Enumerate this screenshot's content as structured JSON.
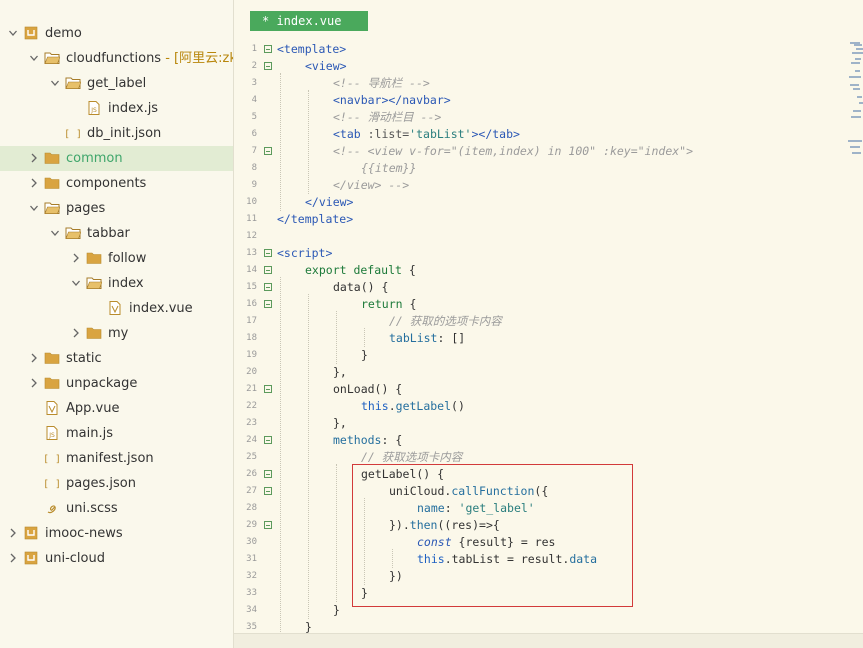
{
  "sidebar": {
    "items": [
      {
        "label": "demo",
        "extra": "",
        "indent": 0,
        "chevron": "down",
        "icon": "project-icon",
        "selected": false
      },
      {
        "label": "cloudfunctions",
        "extra": " - [阿里云:zk-d",
        "indent": 1,
        "chevron": "down",
        "icon": "folder-open-icon",
        "selected": false
      },
      {
        "label": "get_label",
        "extra": "",
        "indent": 2,
        "chevron": "down",
        "icon": "folder-open-icon",
        "selected": false
      },
      {
        "label": "index.js",
        "extra": "",
        "indent": 3,
        "chevron": "none",
        "icon": "js-file-icon",
        "selected": false
      },
      {
        "label": "db_init.json",
        "extra": "",
        "indent": 2,
        "chevron": "none",
        "icon": "json-file-icon",
        "selected": false
      },
      {
        "label": "common",
        "extra": "",
        "indent": 1,
        "chevron": "right",
        "icon": "folder-icon",
        "selected": true
      },
      {
        "label": "components",
        "extra": "",
        "indent": 1,
        "chevron": "right",
        "icon": "folder-icon",
        "selected": false
      },
      {
        "label": "pages",
        "extra": "",
        "indent": 1,
        "chevron": "down",
        "icon": "folder-open-icon",
        "selected": false
      },
      {
        "label": "tabbar",
        "extra": "",
        "indent": 2,
        "chevron": "down",
        "icon": "folder-open-icon",
        "selected": false
      },
      {
        "label": "follow",
        "extra": "",
        "indent": 3,
        "chevron": "right",
        "icon": "folder-icon",
        "selected": false
      },
      {
        "label": "index",
        "extra": "",
        "indent": 3,
        "chevron": "down",
        "icon": "folder-open-icon",
        "selected": false
      },
      {
        "label": "index.vue",
        "extra": "",
        "indent": 4,
        "chevron": "none",
        "icon": "vue-file-icon",
        "selected": false
      },
      {
        "label": "my",
        "extra": "",
        "indent": 3,
        "chevron": "right",
        "icon": "folder-icon",
        "selected": false
      },
      {
        "label": "static",
        "extra": "",
        "indent": 1,
        "chevron": "right",
        "icon": "folder-icon",
        "selected": false
      },
      {
        "label": "unpackage",
        "extra": "",
        "indent": 1,
        "chevron": "right",
        "icon": "folder-icon",
        "selected": false
      },
      {
        "label": "App.vue",
        "extra": "",
        "indent": 1,
        "chevron": "none",
        "icon": "vue-file-icon",
        "selected": false
      },
      {
        "label": "main.js",
        "extra": "",
        "indent": 1,
        "chevron": "none",
        "icon": "js-file-icon",
        "selected": false
      },
      {
        "label": "manifest.json",
        "extra": "",
        "indent": 1,
        "chevron": "none",
        "icon": "json-file-icon",
        "selected": false
      },
      {
        "label": "pages.json",
        "extra": "",
        "indent": 1,
        "chevron": "none",
        "icon": "json-file-icon",
        "selected": false
      },
      {
        "label": "uni.scss",
        "extra": "",
        "indent": 1,
        "chevron": "none",
        "icon": "scss-file-icon",
        "selected": false
      },
      {
        "label": "imooc-news",
        "extra": "",
        "indent": 0,
        "chevron": "right",
        "icon": "project-icon",
        "selected": false
      },
      {
        "label": "uni-cloud",
        "extra": "",
        "indent": 0,
        "chevron": "right",
        "icon": "project-icon",
        "selected": false
      }
    ]
  },
  "editor": {
    "tab_label": "* index.vue",
    "lines": [
      {
        "n": "1",
        "fold": true,
        "ind": 0,
        "toks": [
          [
            "tag",
            "<template>"
          ]
        ]
      },
      {
        "n": "2",
        "fold": true,
        "ind": 1,
        "toks": [
          [
            "tag",
            "<view>"
          ]
        ]
      },
      {
        "n": "3",
        "fold": false,
        "ind": 2,
        "toks": [
          [
            "comment",
            "<!-- 导航栏 -->"
          ]
        ]
      },
      {
        "n": "4",
        "fold": false,
        "ind": 2,
        "toks": [
          [
            "tag",
            "<navbar></navbar>"
          ]
        ]
      },
      {
        "n": "5",
        "fold": false,
        "ind": 2,
        "toks": [
          [
            "comment",
            "<!-- 滑动栏目 -->"
          ]
        ]
      },
      {
        "n": "6",
        "fold": false,
        "ind": 2,
        "toks": [
          [
            "tag",
            "<tab "
          ],
          [
            "attr",
            ":list="
          ],
          [
            "str",
            "'tabList'"
          ],
          [
            "tag",
            "></tab>"
          ]
        ]
      },
      {
        "n": "7",
        "fold": true,
        "ind": 2,
        "toks": [
          [
            "comment",
            "<!-- <view v-for=\"(item,index) in 100\" :key=\"index\">"
          ]
        ]
      },
      {
        "n": "8",
        "fold": false,
        "ind": 3,
        "toks": [
          [
            "comment",
            "{{item}}"
          ]
        ]
      },
      {
        "n": "9",
        "fold": false,
        "ind": 2,
        "toks": [
          [
            "comment",
            "</view> -->"
          ]
        ]
      },
      {
        "n": "10",
        "fold": false,
        "ind": 1,
        "toks": [
          [
            "tag",
            "</view>"
          ]
        ]
      },
      {
        "n": "11",
        "fold": false,
        "ind": 0,
        "toks": [
          [
            "tag",
            "</template>"
          ]
        ]
      },
      {
        "n": "12",
        "fold": false,
        "ind": 0,
        "toks": []
      },
      {
        "n": "13",
        "fold": true,
        "ind": 0,
        "toks": [
          [
            "tag",
            "<script>"
          ]
        ]
      },
      {
        "n": "14",
        "fold": true,
        "ind": 1,
        "toks": [
          [
            "kw",
            "export default "
          ],
          [
            "plain",
            "{"
          ]
        ]
      },
      {
        "n": "15",
        "fold": true,
        "ind": 2,
        "toks": [
          [
            "plain",
            "data() {"
          ]
        ]
      },
      {
        "n": "16",
        "fold": true,
        "ind": 3,
        "toks": [
          [
            "kw",
            "return "
          ],
          [
            "plain",
            "{"
          ]
        ]
      },
      {
        "n": "17",
        "fold": false,
        "ind": 4,
        "toks": [
          [
            "comment",
            "// 获取的选项卡内容"
          ]
        ]
      },
      {
        "n": "18",
        "fold": false,
        "ind": 4,
        "toks": [
          [
            "prop",
            "tabList"
          ],
          [
            "plain",
            ": []"
          ]
        ]
      },
      {
        "n": "19",
        "fold": false,
        "ind": 3,
        "toks": [
          [
            "plain",
            "}"
          ]
        ]
      },
      {
        "n": "20",
        "fold": false,
        "ind": 2,
        "toks": [
          [
            "plain",
            "},"
          ]
        ]
      },
      {
        "n": "21",
        "fold": true,
        "ind": 2,
        "toks": [
          [
            "plain",
            "onLoad() {"
          ]
        ]
      },
      {
        "n": "22",
        "fold": false,
        "ind": 3,
        "toks": [
          [
            "this",
            "this"
          ],
          [
            "plain",
            "."
          ],
          [
            "prop",
            "getLabel"
          ],
          [
            "plain",
            "()"
          ]
        ]
      },
      {
        "n": "23",
        "fold": false,
        "ind": 2,
        "toks": [
          [
            "plain",
            "},"
          ]
        ]
      },
      {
        "n": "24",
        "fold": true,
        "ind": 2,
        "toks": [
          [
            "prop",
            "methods"
          ],
          [
            "plain",
            ": {"
          ]
        ]
      },
      {
        "n": "25",
        "fold": false,
        "ind": 3,
        "toks": [
          [
            "comment",
            "// 获取选项卡内容"
          ]
        ]
      },
      {
        "n": "26",
        "fold": true,
        "ind": 3,
        "toks": [
          [
            "plain",
            "getLabel() {"
          ]
        ]
      },
      {
        "n": "27",
        "fold": true,
        "ind": 4,
        "toks": [
          [
            "plain",
            "uniCloud."
          ],
          [
            "prop",
            "callFunction"
          ],
          [
            "plain",
            "({"
          ]
        ]
      },
      {
        "n": "28",
        "fold": false,
        "ind": 5,
        "toks": [
          [
            "prop",
            "name"
          ],
          [
            "plain",
            ": "
          ],
          [
            "str",
            "'get_label'"
          ]
        ]
      },
      {
        "n": "29",
        "fold": true,
        "ind": 4,
        "toks": [
          [
            "plain",
            "})."
          ],
          [
            "prop",
            "then"
          ],
          [
            "plain",
            "((res)=>{"
          ]
        ]
      },
      {
        "n": "30",
        "fold": false,
        "ind": 5,
        "toks": [
          [
            "const",
            "const "
          ],
          [
            "plain",
            "{result} = res"
          ]
        ]
      },
      {
        "n": "31",
        "fold": false,
        "ind": 5,
        "toks": [
          [
            "this",
            "this"
          ],
          [
            "plain",
            ".tabList = result."
          ],
          [
            "prop",
            "data"
          ]
        ]
      },
      {
        "n": "32",
        "fold": false,
        "ind": 4,
        "toks": [
          [
            "plain",
            "})"
          ]
        ]
      },
      {
        "n": "33",
        "fold": false,
        "ind": 3,
        "toks": [
          [
            "plain",
            "}"
          ]
        ]
      },
      {
        "n": "34",
        "fold": false,
        "ind": 2,
        "toks": [
          [
            "plain",
            "}"
          ]
        ]
      },
      {
        "n": "35",
        "fold": false,
        "ind": 1,
        "toks": [
          [
            "plain",
            "}"
          ]
        ]
      }
    ]
  }
}
